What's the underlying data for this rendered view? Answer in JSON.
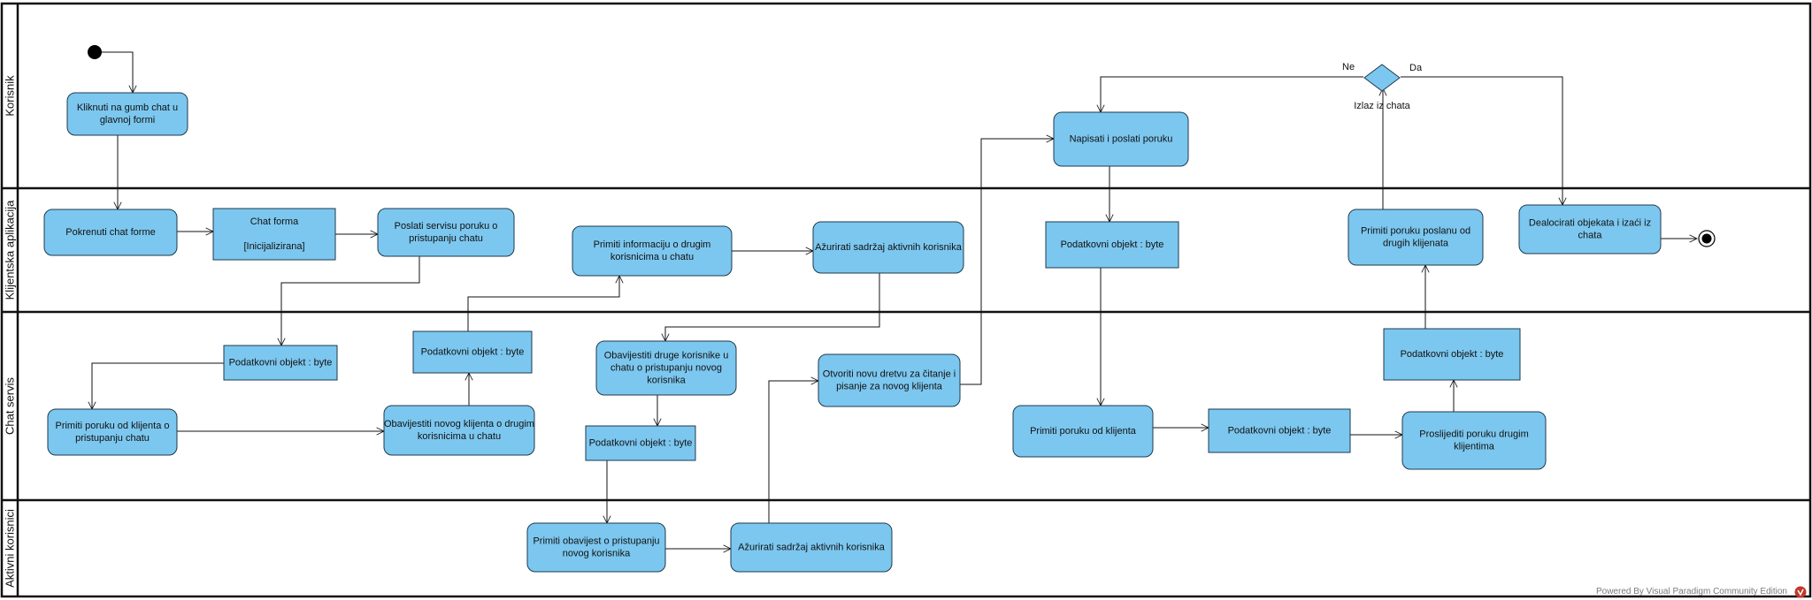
{
  "lanes": [
    {
      "id": "korisnik",
      "title": "Korisnik"
    },
    {
      "id": "klijent",
      "title": "Klijentska aplikacija"
    },
    {
      "id": "chat",
      "title": "Chat servis"
    },
    {
      "id": "aktivni",
      "title": "Aktivni korisnici"
    }
  ],
  "nodes": [
    {
      "id": "a1",
      "kind": "action",
      "lines": [
        "Kliknuti na gumb chat u",
        "glavnoj formi"
      ]
    },
    {
      "id": "a2",
      "kind": "action",
      "lines": [
        "Pokrenuti chat forme"
      ]
    },
    {
      "id": "o1",
      "kind": "object",
      "lines": [
        "Chat forma",
        "",
        "[Inicijalizirana]"
      ]
    },
    {
      "id": "a3",
      "kind": "action",
      "lines": [
        "Poslati servisu poruku o",
        "pristupanju chatu"
      ]
    },
    {
      "id": "o2",
      "kind": "object",
      "lines": [
        "Podatkovni objekt : byte"
      ]
    },
    {
      "id": "a4",
      "kind": "action",
      "lines": [
        "Primiti poruku od klijenta o",
        "pristupanju chatu"
      ]
    },
    {
      "id": "a5",
      "kind": "action",
      "lines": [
        "Obavijestiti novog klijenta o drugim",
        "korisnicima u chatu"
      ]
    },
    {
      "id": "o3",
      "kind": "object",
      "lines": [
        "Podatkovni objekt : byte"
      ]
    },
    {
      "id": "a6",
      "kind": "action",
      "lines": [
        "Primiti informaciju o drugim",
        "korisnicima u chatu"
      ]
    },
    {
      "id": "a7",
      "kind": "action",
      "lines": [
        "Ažurirati sadržaj aktivnih korisnika"
      ]
    },
    {
      "id": "a8",
      "kind": "action",
      "lines": [
        "Obavijestiti druge korisnike u",
        "chatu o pristupanju novog",
        "korisnika"
      ]
    },
    {
      "id": "o4",
      "kind": "object",
      "lines": [
        "Podatkovni objekt : byte"
      ]
    },
    {
      "id": "a9",
      "kind": "action",
      "lines": [
        "Primiti obavijest o pristupanju",
        "novog korisnika"
      ]
    },
    {
      "id": "a10",
      "kind": "action",
      "lines": [
        "Ažurirati sadržaj aktivnih korisnika"
      ]
    },
    {
      "id": "a11",
      "kind": "action",
      "lines": [
        "Otvoriti novu dretvu za čitanje i",
        "pisanje za novog klijenta"
      ]
    },
    {
      "id": "a12",
      "kind": "action",
      "lines": [
        "Napisati i poslati poruku"
      ]
    },
    {
      "id": "o5",
      "kind": "object",
      "lines": [
        "Podatkovni objekt : byte"
      ]
    },
    {
      "id": "a13",
      "kind": "action",
      "lines": [
        "Primiti poruku od klijenta"
      ]
    },
    {
      "id": "o6",
      "kind": "object",
      "lines": [
        "Podatkovni objekt : byte"
      ]
    },
    {
      "id": "a14",
      "kind": "action",
      "lines": [
        "Proslijediti poruku drugim",
        "klijentima"
      ]
    },
    {
      "id": "o7",
      "kind": "object",
      "lines": [
        "Podatkovni objekt : byte"
      ]
    },
    {
      "id": "a15",
      "kind": "action",
      "lines": [
        "Primiti poruku poslanu od",
        "drugih klijenata"
      ]
    },
    {
      "id": "a16",
      "kind": "action",
      "lines": [
        "Dealocirati objekata i izaći iz",
        "chata"
      ]
    }
  ],
  "decision": {
    "label": "Izlaz iz chata",
    "guard_no": "Ne",
    "guard_yes": "Da"
  },
  "footer": {
    "watermark": "Powered By  Visual Paradigm Community Edition"
  },
  "colors": {
    "fill": "#7cc7ef",
    "stroke": "#1e3a4c",
    "line": "#111111"
  }
}
